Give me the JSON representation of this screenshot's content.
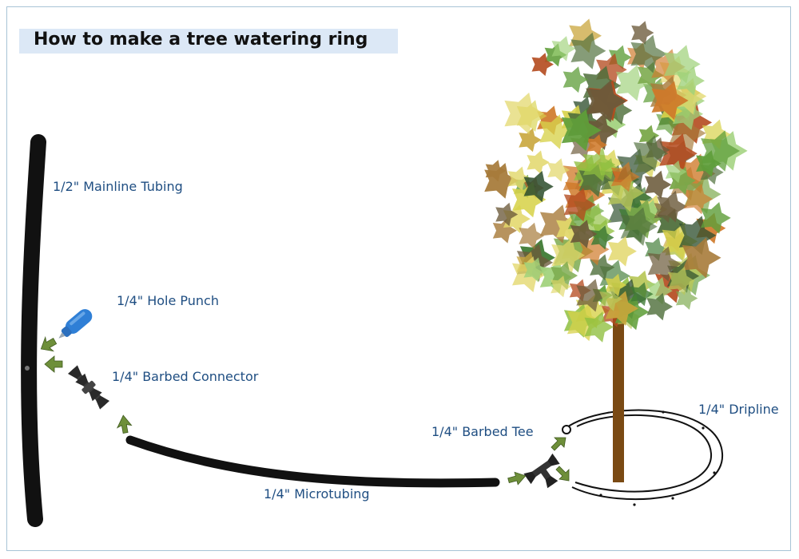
{
  "title": "How to make a tree watering ring",
  "labels": {
    "mainline": "1/2\" Mainline Tubing",
    "hole_punch": "1/4\" Hole Punch",
    "barbed_connector": "1/4\" Barbed Connector",
    "microtubing": "1/4\" Microtubing",
    "barbed_tee": "1/4\" Barbed Tee",
    "dripline": "1/4\" Dripline"
  },
  "colors": {
    "label_text": "#1f4e82",
    "title_band": "#dce8f6",
    "tubing": "#111111",
    "arrow": "#6e8f3a",
    "hole_punch": "#2f7fd6",
    "trunk": "#7a4a14"
  },
  "icons": [
    "hole-punch-icon",
    "barbed-connector-icon",
    "barbed-tee-icon",
    "tree-icon"
  ]
}
